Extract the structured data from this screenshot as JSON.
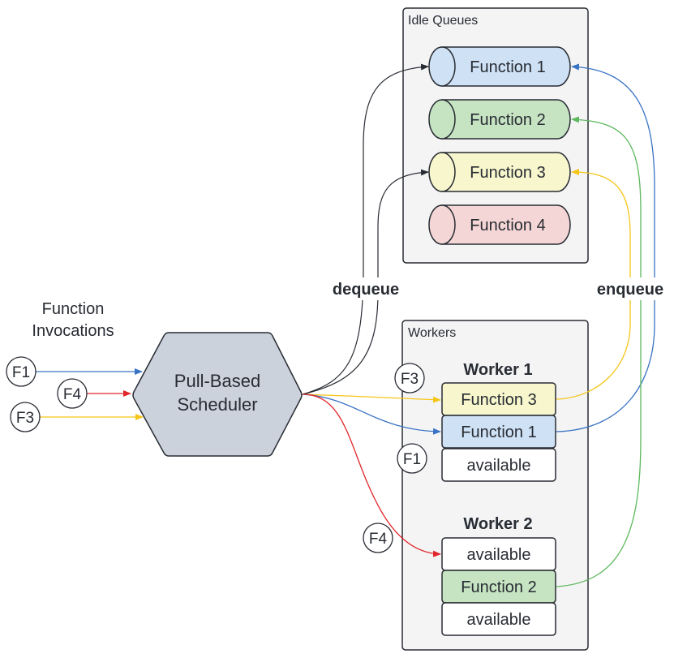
{
  "colors": {
    "blue": "#3a73c4",
    "green": "#5cb85c",
    "yellow": "#f5c518",
    "red": "#e0262b",
    "black": "#282c33",
    "queue_f1": "#cfe1f5",
    "queue_f2": "#c6e3c2",
    "queue_f3": "#f7f6cc",
    "queue_f4": "#f5d6d6",
    "container_bg": "#f4f4f5",
    "scheduler_fill": "#ccd2dc"
  },
  "invocations": {
    "title_line1": "Function",
    "title_line2": "Invocations",
    "items": [
      {
        "label": "F1",
        "color": "blue"
      },
      {
        "label": "F4",
        "color": "red"
      },
      {
        "label": "F3",
        "color": "yellow"
      }
    ]
  },
  "scheduler": {
    "line1": "Pull-Based",
    "line2": "Scheduler"
  },
  "idle_queues": {
    "title": "Idle Queues",
    "queues": [
      {
        "label": "Function 1",
        "color": "queue_f1"
      },
      {
        "label": "Function 2",
        "color": "queue_f2"
      },
      {
        "label": "Function 3",
        "color": "queue_f3"
      },
      {
        "label": "Function 4",
        "color": "queue_f4"
      }
    ]
  },
  "edge_labels": {
    "dequeue": "dequeue",
    "enqueue": "enqueue"
  },
  "workers": {
    "title": "Workers",
    "list": [
      {
        "name": "Worker 1",
        "slots": [
          {
            "label": "Function 3",
            "color": "queue_f3"
          },
          {
            "label": "Function 1",
            "color": "queue_f1"
          },
          {
            "label": "available",
            "color": "white"
          }
        ]
      },
      {
        "name": "Worker 2",
        "slots": [
          {
            "label": "available",
            "color": "white"
          },
          {
            "label": "Function 2",
            "color": "queue_f2"
          },
          {
            "label": "available",
            "color": "white"
          }
        ]
      }
    ]
  },
  "dispatch_markers": {
    "w1_f3": "F3",
    "w1_f1": "F1",
    "w2_f4": "F4"
  }
}
